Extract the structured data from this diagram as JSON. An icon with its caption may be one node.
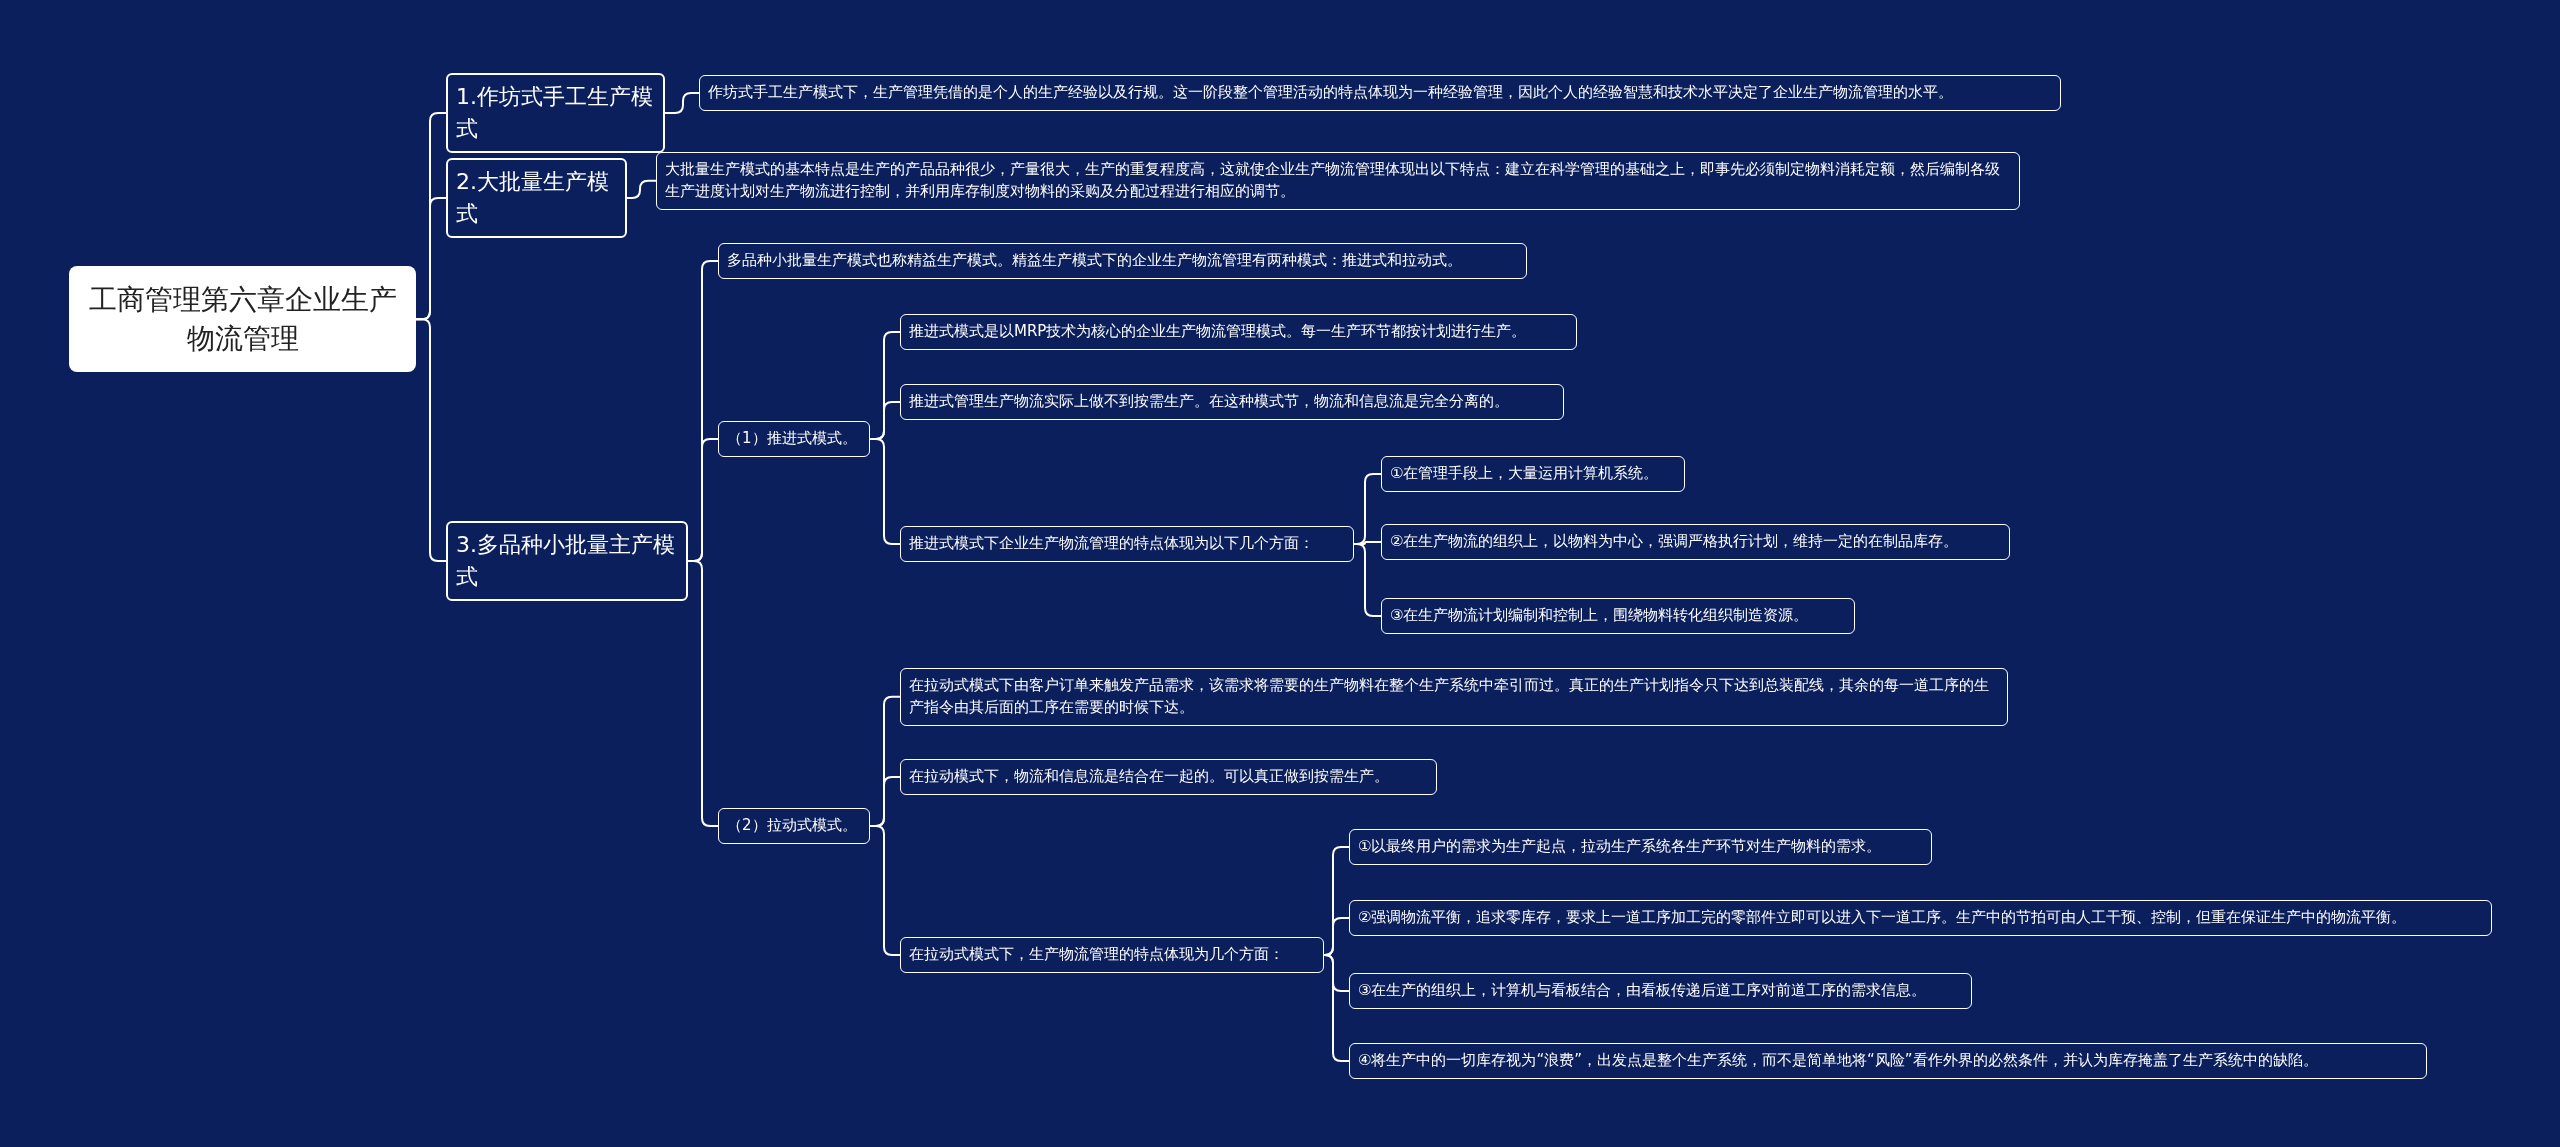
{
  "diagram": {
    "nodes": [
      {
        "text": [
          "工商管理第六章企业生产物流管理"
        ]
      },
      {
        "text": [
          "1.作坊式手工生产模式"
        ]
      },
      {
        "text": [
          "作坊式手工生产模式下，生产管理凭借的是个人的生产经验以及行规。这一阶段整个管理活动的特点体现为一种经验管理，因此个人的经验智慧和技术水平决定了企业生产物流管理的水平。"
        ]
      },
      {
        "text": [
          "2.大批量生产模式"
        ]
      },
      {
        "text": [
          "大批量生产模式的基本特点是生产的产品品种很少，产量很大，生产的重复程度高，这就使企业生产物流管理体现出以下特点：建立在科学管理的基础之上，即事先必须制定物料消耗定额，然后编制各级生产进度计划对生产物流进行控制，并利用库存制度对物料的采购及分配过程进行相应的调节。"
        ]
      },
      {
        "text": [
          "3.多品种小批量主产模式"
        ]
      },
      {
        "text": [
          "多品种小批量生产模式也称精益生产模式。精益生产模式下的企业生产物流管理有两种模式：推进式和拉动式。"
        ]
      },
      {
        "text": [
          "（1）推进式模式。"
        ]
      },
      {
        "text": [
          "推进式模式是以MRP技术为核心的企业生产物流管理模式。每一生产环节都按计划进行生产。"
        ]
      },
      {
        "text": [
          "推进式管理生产物流实际上做不到按需生产。在这种模式节，物流和信息流是完全分离的。"
        ]
      },
      {
        "text": [
          "推进式模式下企业生产物流管理的特点体现为以下几个方面："
        ]
      },
      {
        "text": [
          "①在管理手段上，大量运用计算机系统。"
        ]
      },
      {
        "text": [
          "②在生产物流的组织上，以物料为中心，强调严格执行计划，维持一定的在制品库存。"
        ]
      },
      {
        "text": [
          "③在生产物流计划编制和控制上，围绕物料转化组织制造资源。"
        ]
      },
      {
        "text": [
          "（2）拉动式模式。"
        ]
      },
      {
        "text": [
          "在拉动式模式下由客户订单来触发产品需求，该需求将需要的生产物料在整个生产系统中牵引而过。真正的生产计划指令只下达到总装配线，其余的每一道工序的生产指令由其后面的工序在需要的时候下达。"
        ]
      },
      {
        "text": [
          "在拉动模式下，物流和信息流是结合在一起的。可以真正做到按需生产。"
        ]
      },
      {
        "text": [
          "在拉动式模式下，生产物流管理的特点体现为几个方面："
        ]
      },
      {
        "text": [
          "①以最终用户的需求为生产起点，拉动生产系统各生产环节对生产物料的需求。"
        ]
      },
      {
        "text": [
          "②强调物流平衡，追求零库存，要求上一道工序加工完的零部件立即可以进入下一道工序。生产中的节拍可由人工干预、控制，但重在保证生产中的物流平衡。"
        ]
      },
      {
        "text": [
          "③在生产的组织上，计算机与看板结合，由看板传递后道工序对前道工序的需求信息。"
        ]
      },
      {
        "text": [
          "④将生产中的一切库存视为“浪费”，出发点是整个生产系统，而不是简单地将“风险”看作外界的必然条件，并认为库存掩盖了生产系统中的缺陷。"
        ]
      }
    ],
    "edges": [
      {
        "from": 0,
        "to": 1,
        "arrow": "none"
      },
      {
        "from": 0,
        "to": 3,
        "arrow": "none"
      },
      {
        "from": 0,
        "to": 5,
        "arrow": "none"
      },
      {
        "from": 1,
        "to": 2,
        "arrow": "none"
      },
      {
        "from": 3,
        "to": 4,
        "arrow": "none"
      },
      {
        "from": 5,
        "to": 6,
        "arrow": "none"
      },
      {
        "from": 5,
        "to": 7,
        "arrow": "none"
      },
      {
        "from": 5,
        "to": 14,
        "arrow": "none"
      },
      {
        "from": 7,
        "to": 8,
        "arrow": "none"
      },
      {
        "from": 7,
        "to": 9,
        "arrow": "none"
      },
      {
        "from": 7,
        "to": 10,
        "arrow": "none"
      },
      {
        "from": 10,
        "to": 11,
        "arrow": "none"
      },
      {
        "from": 10,
        "to": 12,
        "arrow": "none"
      },
      {
        "from": 10,
        "to": 13,
        "arrow": "none"
      },
      {
        "from": 14,
        "to": 15,
        "arrow": "none"
      },
      {
        "from": 14,
        "to": 16,
        "arrow": "none"
      },
      {
        "from": 14,
        "to": 17,
        "arrow": "none"
      },
      {
        "from": 17,
        "to": 18,
        "arrow": "none"
      },
      {
        "from": 17,
        "to": 19,
        "arrow": "none"
      },
      {
        "from": 17,
        "to": 20,
        "arrow": "none"
      },
      {
        "from": 17,
        "to": 21,
        "arrow": "none"
      }
    ]
  }
}
